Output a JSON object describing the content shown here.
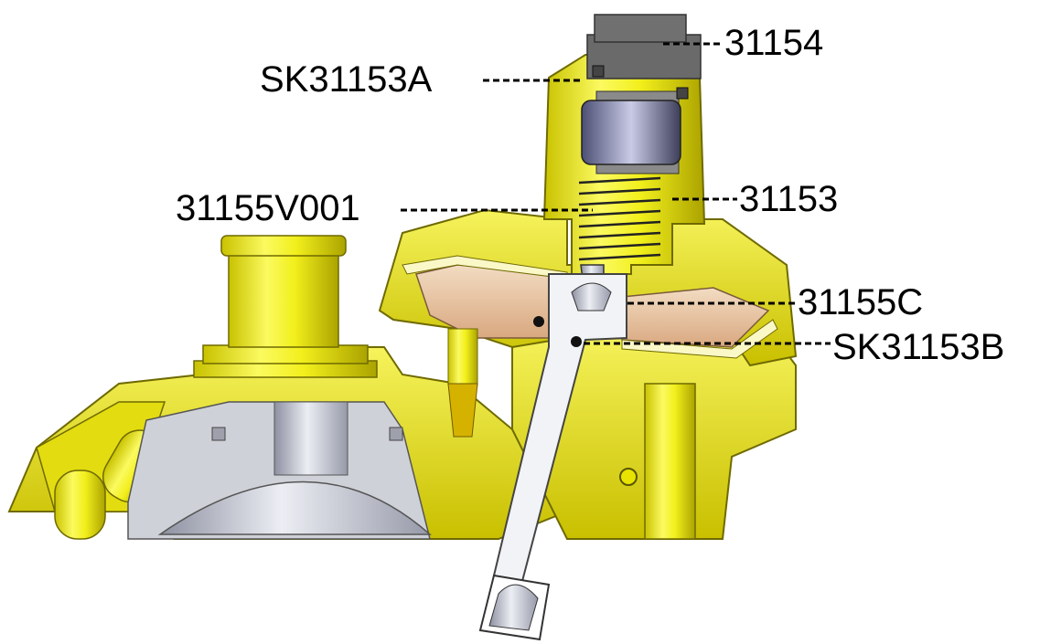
{
  "labels": {
    "part_31154": "31154",
    "part_sk31153a": "SK31153A",
    "part_31153": "31153",
    "part_31155v001": "31155V001",
    "part_31155c": "31155C",
    "part_sk31153b": "SK31153B"
  },
  "colors": {
    "housing": "#f2ef1c",
    "housing_shadow": "#b8b000",
    "housing_highlight": "#fbfa9a",
    "steel": "#c8cad4",
    "steel_dark": "#7c7f8e",
    "diaphragm": "#e8c9a8",
    "plug": "#5d5d5d",
    "background": "#ffffff"
  },
  "icons": {
    "spring": "coil-spring-icon",
    "oring": "o-ring-icon"
  }
}
